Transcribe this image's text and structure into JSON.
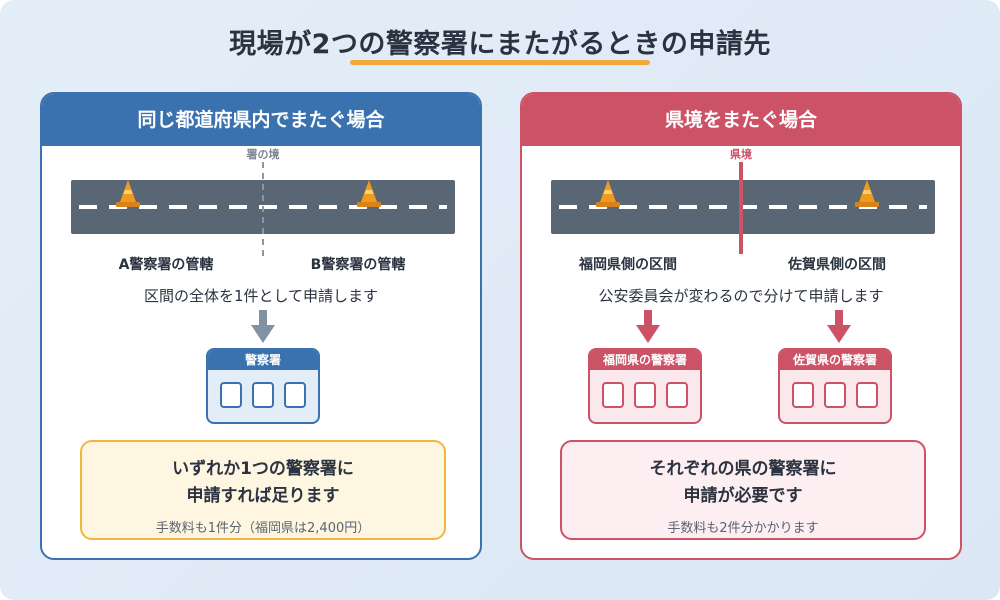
{
  "title": "現場が2つの警察署にまたがるときの申請先",
  "colors": {
    "blue": "#3a72b0",
    "red": "#cc5266",
    "accent_underline": "#f2a93b",
    "road": "#596775",
    "cone": "#f29a1e"
  },
  "left_panel": {
    "header": "同じ都道府県内でまたぐ場合",
    "boundary_label": "署の境",
    "sections": [
      "A警察署の管轄",
      "B警察署の管轄"
    ],
    "description": "区間の全体を1件として申請します",
    "station_label": "警察署",
    "result_line1": "いずれか1つの警察署に",
    "result_line2": "申請すれば足ります",
    "result_note": "手数料も1件分（福岡県は2,400円）"
  },
  "right_panel": {
    "header": "県境をまたぐ場合",
    "boundary_label": "県境",
    "sections": [
      "福岡県側の区間",
      "佐賀県側の区間"
    ],
    "description": "公安委員会が変わるので分けて申請します",
    "stations": [
      "福岡県の警察署",
      "佐賀県の警察署"
    ],
    "result_line1": "それぞれの県の警察署に",
    "result_line2": "申請が必要です",
    "result_note": "手数料も2件分かかります"
  }
}
